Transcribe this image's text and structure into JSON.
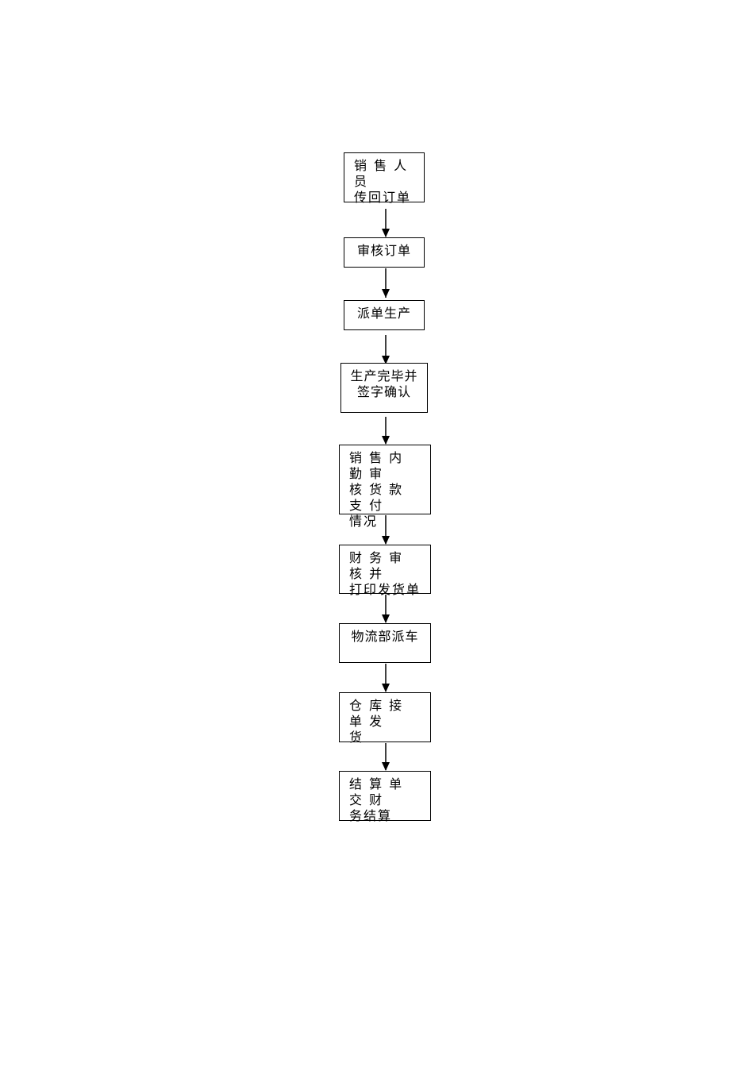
{
  "flowchart": {
    "steps": [
      {
        "label": "销 售 人 员\n传回订单"
      },
      {
        "label": "审核订单"
      },
      {
        "label": "派单生产"
      },
      {
        "label": "生产完毕并\n签字确认"
      },
      {
        "label": "销 售 内 勤 审\n核 货 款 支 付\n情况"
      },
      {
        "label": "财 务 审 核 并\n打印发货单"
      },
      {
        "label": "物流部派车"
      },
      {
        "label": "仓 库 接 单 发\n货"
      },
      {
        "label": "结 算 单 交 财\n务结算"
      }
    ]
  }
}
